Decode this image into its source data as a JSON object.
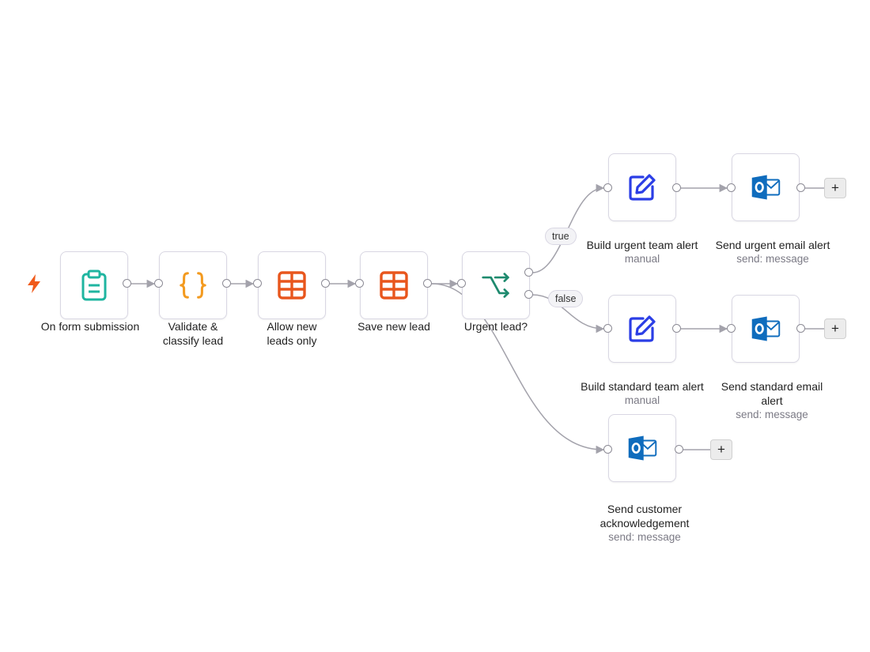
{
  "workflow": {
    "trigger_icon": "lightning-bolt-icon",
    "nodes": {
      "form_submission": {
        "label": "On form submission",
        "icon": "clipboard-icon",
        "color": "#1fb5a0"
      },
      "validate": {
        "label": "Validate &\nclassify lead",
        "icon": "code-braces-icon",
        "color": "#f39a1f"
      },
      "allow_new": {
        "label": "Allow new\nleads only",
        "icon": "table-icon",
        "color": "#e8561d"
      },
      "save_lead": {
        "label": "Save new lead",
        "icon": "table-icon",
        "color": "#e8561d"
      },
      "urgent": {
        "label": "Urgent lead?",
        "icon": "if-branch-icon",
        "color": "#1e8a6e"
      },
      "build_urgent": {
        "label": "Build urgent team alert",
        "sublabel": "manual",
        "icon": "edit-pen-icon",
        "color": "#2b3ee6"
      },
      "send_urgent": {
        "label": "Send urgent email alert",
        "sublabel": "send: message",
        "icon": "outlook-icon",
        "color": "#0f6cbd"
      },
      "build_standard": {
        "label": "Build standard team alert",
        "sublabel": "manual",
        "icon": "edit-pen-icon",
        "color": "#2b3ee6"
      },
      "send_standard": {
        "label": "Send standard email\nalert",
        "sublabel": "send: message",
        "icon": "outlook-icon",
        "color": "#0f6cbd"
      },
      "send_customer": {
        "label": "Send customer\nacknowledgement",
        "sublabel": "send: message",
        "icon": "outlook-icon",
        "color": "#0f6cbd"
      }
    },
    "branches": {
      "true_label": "true",
      "false_label": "false"
    },
    "add_button_label": "+",
    "colors": {
      "edge": "#a3a2ab",
      "trigger": "#f05a1a"
    }
  }
}
